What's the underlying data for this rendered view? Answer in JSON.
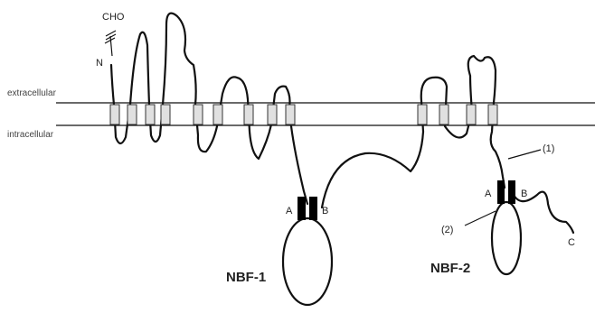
{
  "labels": {
    "glycosylation": "CHO",
    "n_terminus": "N",
    "c_terminus": "C",
    "extracellular": "extracellular",
    "intracellular": "intracellular",
    "nbf1": "NBF-1",
    "nbf2": "NBF-2",
    "motif_a_1": "A",
    "motif_b_1": "B",
    "motif_a_2": "A",
    "motif_b_2": "B",
    "callout_1": "(1)",
    "callout_2": "(2)"
  },
  "colors": {
    "chain": "#111111",
    "membrane": "#333333",
    "tm_segment": "#e0e0e0",
    "motif": "#000000"
  }
}
